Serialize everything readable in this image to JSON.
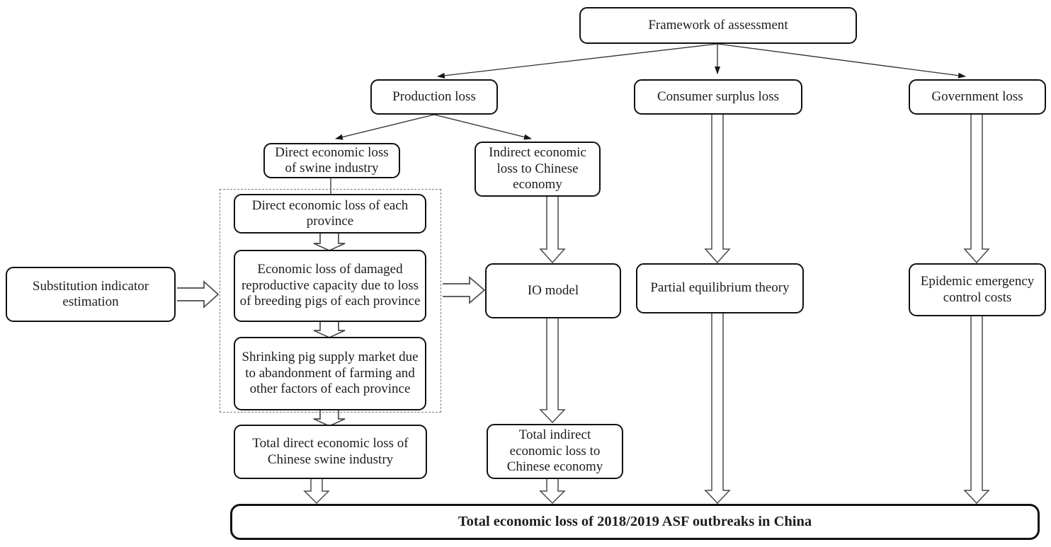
{
  "diagram": {
    "title": "Framework of assessment",
    "nodes": {
      "framework": {
        "label": "Framework of assessment"
      },
      "production_loss": {
        "label": "Production loss"
      },
      "consumer_surplus_loss": {
        "label": "Consumer surplus loss"
      },
      "government_loss": {
        "label": "Government loss"
      },
      "direct_loss_swine": {
        "label": "Direct economic loss of swine industry"
      },
      "indirect_loss_chinese": {
        "label": "Indirect economic loss to Chinese economy"
      },
      "substitution": {
        "label": "Substitution indicator estimation"
      },
      "province_direct": {
        "label": "Direct economic loss of each province"
      },
      "province_reproductive": {
        "label": "Economic loss of damaged reproductive capacity due to loss of breeding pigs of each province"
      },
      "province_shrinking": {
        "label": "Shrinking pig supply market due to abandonment of farming and other factors of each province"
      },
      "total_direct": {
        "label": "Total direct economic loss of Chinese swine industry"
      },
      "io_model": {
        "label": "IO model"
      },
      "partial_equilibrium": {
        "label": "Partial equilibrium theory"
      },
      "epidemic_costs": {
        "label": "Epidemic emergency control costs"
      },
      "total_indirect": {
        "label": "Total indirect economic loss to Chinese economy"
      },
      "total_loss": {
        "label": "Total economic loss of 2018/2019 ASF outbreaks in China"
      }
    },
    "edges": [
      {
        "from": "framework",
        "to": "production_loss",
        "style": "thin-arrow"
      },
      {
        "from": "framework",
        "to": "consumer_surplus_loss",
        "style": "thin-arrow"
      },
      {
        "from": "framework",
        "to": "government_loss",
        "style": "thin-arrow"
      },
      {
        "from": "production_loss",
        "to": "direct_loss_swine",
        "style": "thin-arrow"
      },
      {
        "from": "production_loss",
        "to": "indirect_loss_chinese",
        "style": "thin-arrow"
      },
      {
        "from": "direct_loss_swine",
        "to": "province_direct",
        "style": "plain-line"
      },
      {
        "from": "province_direct",
        "to": "province_reproductive",
        "style": "block-arrow"
      },
      {
        "from": "province_reproductive",
        "to": "province_shrinking",
        "style": "block-arrow"
      },
      {
        "from": "province_shrinking",
        "to": "total_direct",
        "style": "block-arrow"
      },
      {
        "from": "substitution",
        "to": "province_group",
        "style": "block-arrow"
      },
      {
        "from": "province_group",
        "to": "io_model",
        "style": "block-arrow"
      },
      {
        "from": "indirect_loss_chinese",
        "to": "io_model",
        "style": "hollow-arrow"
      },
      {
        "from": "io_model",
        "to": "total_indirect",
        "style": "hollow-arrow"
      },
      {
        "from": "consumer_surplus_loss",
        "to": "partial_equilibrium",
        "style": "hollow-arrow"
      },
      {
        "from": "government_loss",
        "to": "epidemic_costs",
        "style": "hollow-arrow"
      },
      {
        "from": "total_direct",
        "to": "total_loss",
        "style": "hollow-arrow"
      },
      {
        "from": "total_indirect",
        "to": "total_loss",
        "style": "hollow-arrow"
      },
      {
        "from": "partial_equilibrium",
        "to": "total_loss",
        "style": "hollow-arrow"
      },
      {
        "from": "epidemic_costs",
        "to": "total_loss",
        "style": "hollow-arrow"
      }
    ],
    "colors": {
      "background": "#ffffff",
      "box_border": "#111111",
      "text": "#1d1d1d",
      "dashed_border": "#7d7d7d",
      "arrow_outline": "#4a4a4a"
    }
  }
}
